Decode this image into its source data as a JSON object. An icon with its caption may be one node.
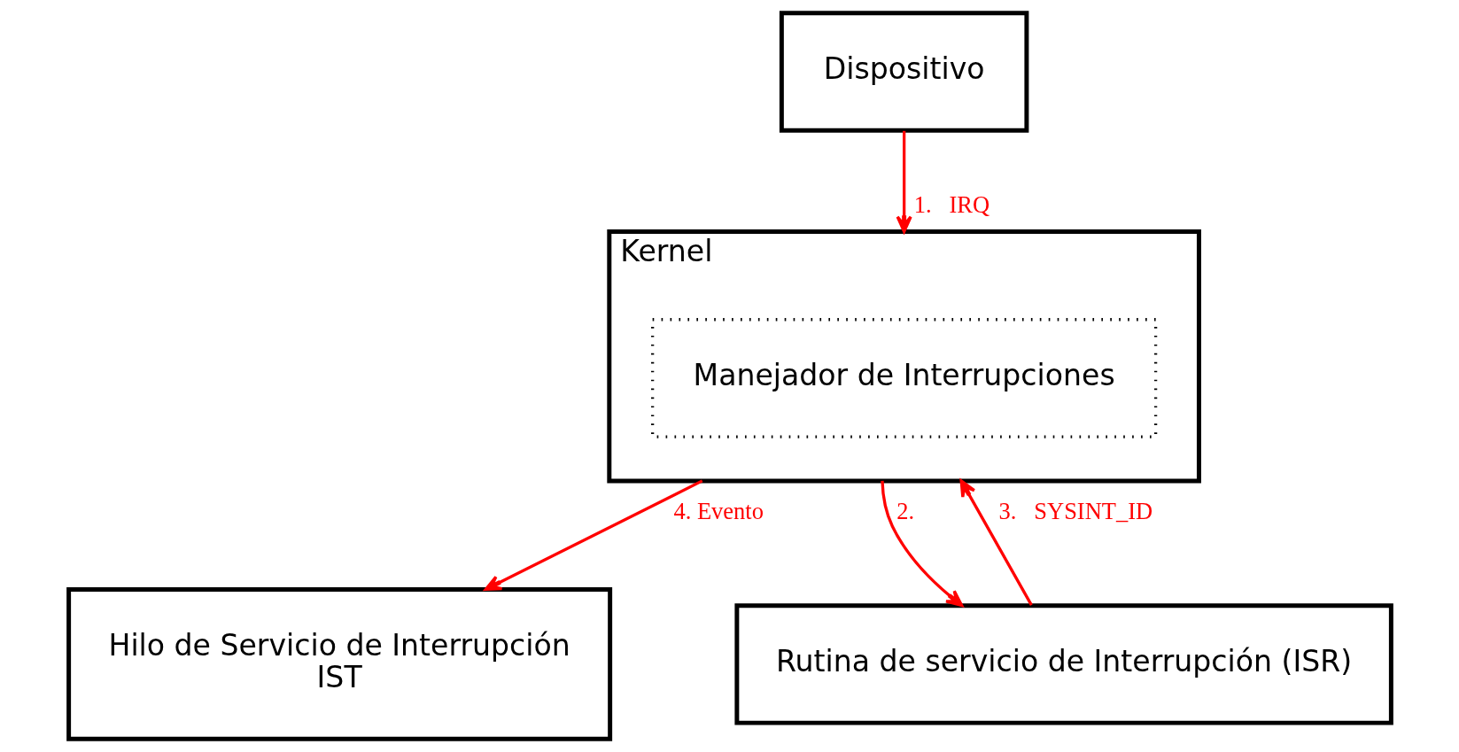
{
  "diagram": {
    "nodes": [
      {
        "text": [
          "Kernel"
        ]
      },
      {
        "text": [
          "Manejador de Interrupciones"
        ],
        "in": 0
      },
      {
        "text": [
          "Hilo de Servicio de Interrupción",
          "IST"
        ]
      },
      {
        "text": [
          "Dispositivo"
        ]
      },
      {
        "text": [
          "Rutina de servicio de Interrupción (ISR)"
        ]
      }
    ],
    "edges": [
      {
        "from": 3,
        "to": 0,
        "arrow": "to",
        "label": "1.   IRQ"
      },
      {
        "from": 0,
        "to": 4,
        "arrow": "to",
        "label": "2."
      },
      {
        "from": 4,
        "to": 0,
        "arrow": "to",
        "label": "3.   SYSINT_ID"
      },
      {
        "from": 0,
        "to": 2,
        "arrow": "to",
        "label": "4. Evento"
      }
    ]
  }
}
